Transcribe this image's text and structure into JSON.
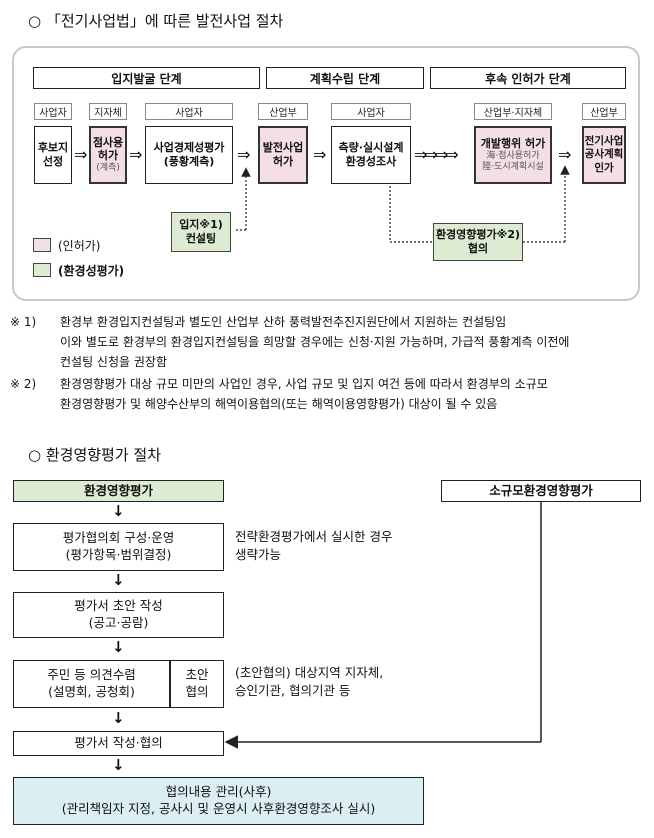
{
  "section1": {
    "title": "○ 「전기사업법」에 따른 발전사업 절차",
    "phases": [
      "입지발굴 단계",
      "계획수립 단계",
      "후속 인허가 단계"
    ],
    "orgs": {
      "o1": "사업자",
      "o2": "지자체",
      "o3": "사업자",
      "o4": "산업부",
      "o5": "사업자",
      "o6": "산업부·지자체",
      "o7": "산업부"
    },
    "steps": {
      "s1": "후보지\n선정",
      "s2": "점사용\n허가",
      "s2_sub": "(계측)",
      "s3": "사업경제성평가\n(풍황계측)",
      "s4": "발전사업\n허가",
      "s5": "측량·실시설계\n환경성조사",
      "s6": "개발행위 허가",
      "s6_sub1": "海·점사용허가",
      "s6_sub2": "陸·도시계획시설",
      "s7": "전기사업\n공사계획\n인가",
      "consult": "입지※1)\n컨설팅",
      "eia": "환경영향평가※2)\n협의"
    },
    "legend": {
      "pink": "(인허가)",
      "green": "(환경성평가)"
    },
    "arrows": {
      "single": "⇒",
      "multi": "⇒⇒⇒⇒"
    }
  },
  "notes": [
    {
      "mark": "※ 1)",
      "lines": [
        "환경부 환경입지컨설팅과 별도인 산업부 산하 풍력발전추진지원단에서 지원하는 컨설팅임",
        "이와 별도로 환경부의 환경입지컨설팅을 희망할 경우에는 신청·지원 가능하며, 가급적 풍황계측 이전에",
        "컨설팅 신청을 권장함"
      ]
    },
    {
      "mark": "※ 2)",
      "lines": [
        "환경영향평가 대상 규모 미만의 사업인 경우, 사업 규모 및 입지 여건 등에 따라서 환경부의 소규모",
        "환경영향평가 및 해양수산부의 해역이용협의(또는 해역이용영향평가) 대상이 될 수 있음"
      ]
    }
  ],
  "section2": {
    "title": "○ 환경영향평가 절차",
    "header_left": "환경영향평가",
    "header_right": "소규모환경영향평가",
    "down": "↓",
    "b1": "평가협의회 구성·운영\n(평가항목·범위결정)",
    "b1_note": "전략환경평가에서 실시한 경우\n생략가능",
    "b2": "평가서 초안 작성\n(공고·공람)",
    "b3": "주민 등 의견수렴\n(설명회, 공청회)",
    "b3_side": "초안\n협의",
    "b3_note": "(초안협의) 대상지역 지자체,\n승인기관, 협의기관 등",
    "b4": "평가서 작성·협의",
    "b5": "협의내용 관리(사후)\n(관리책임자 지정, 공사시 및 운영시 사후환경영향조사 실시)",
    "colors": {
      "header_left_bg": "#dcebd2",
      "final_bg": "#dbeef4",
      "pink": "#f3dfe5",
      "green": "#dcebd2"
    }
  }
}
